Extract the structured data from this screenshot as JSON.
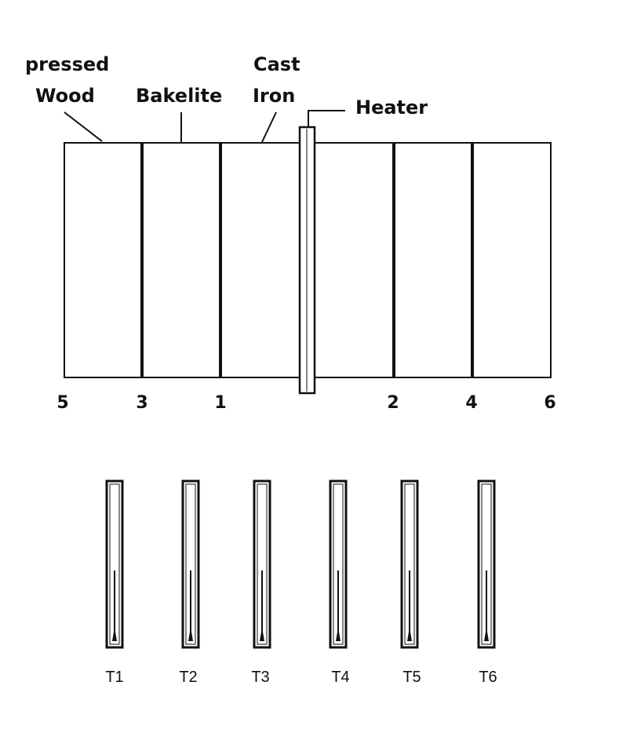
{
  "labels": {
    "pressed_line1": "pressed",
    "pressed_line2": "Wood",
    "bakelite": "Bakelite",
    "cast_line1": "Cast",
    "cast_line2": "Iron",
    "heater": "Heater"
  },
  "point_numbers": [
    "5",
    "3",
    "1",
    "2",
    "4",
    "6"
  ],
  "thermometers": [
    "T1",
    "T2",
    "T3",
    "T4",
    "T5",
    "T6"
  ],
  "colors": {
    "ink": "#111111",
    "background": "#ffffff"
  }
}
